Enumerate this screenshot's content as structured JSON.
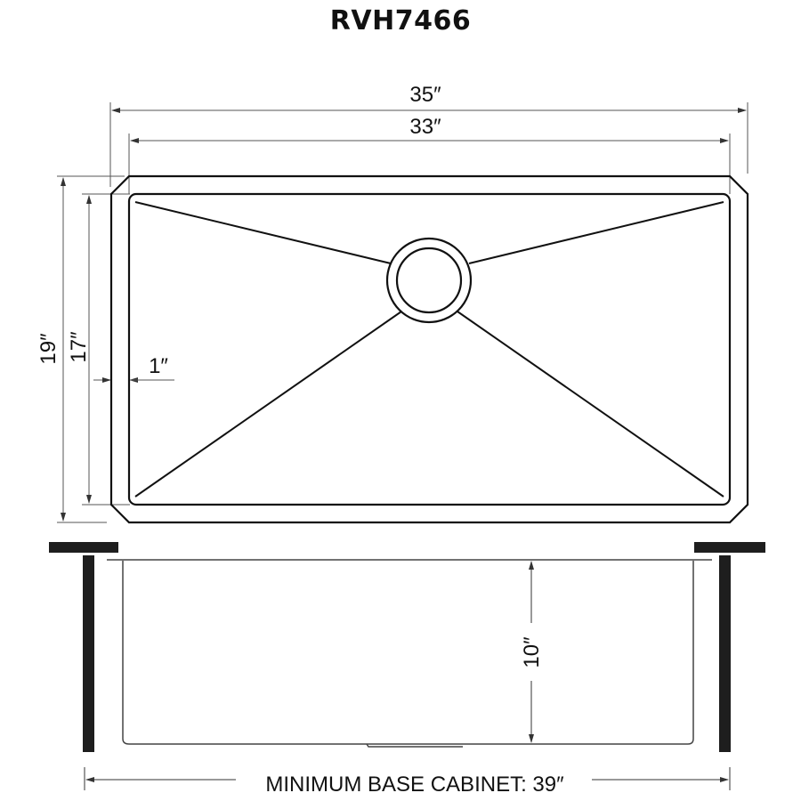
{
  "title": "RVH7466",
  "top_view": {
    "overall_width": "35″",
    "bowl_width": "33″",
    "overall_depth": "19″",
    "bowl_depth": "17″",
    "rim_width": "1″"
  },
  "side_view": {
    "bowl_height": "10″",
    "cabinet_label": "MINIMUM BASE CABINET: 39″"
  },
  "colors": {
    "line": "#111111",
    "dim_line": "#555555"
  }
}
